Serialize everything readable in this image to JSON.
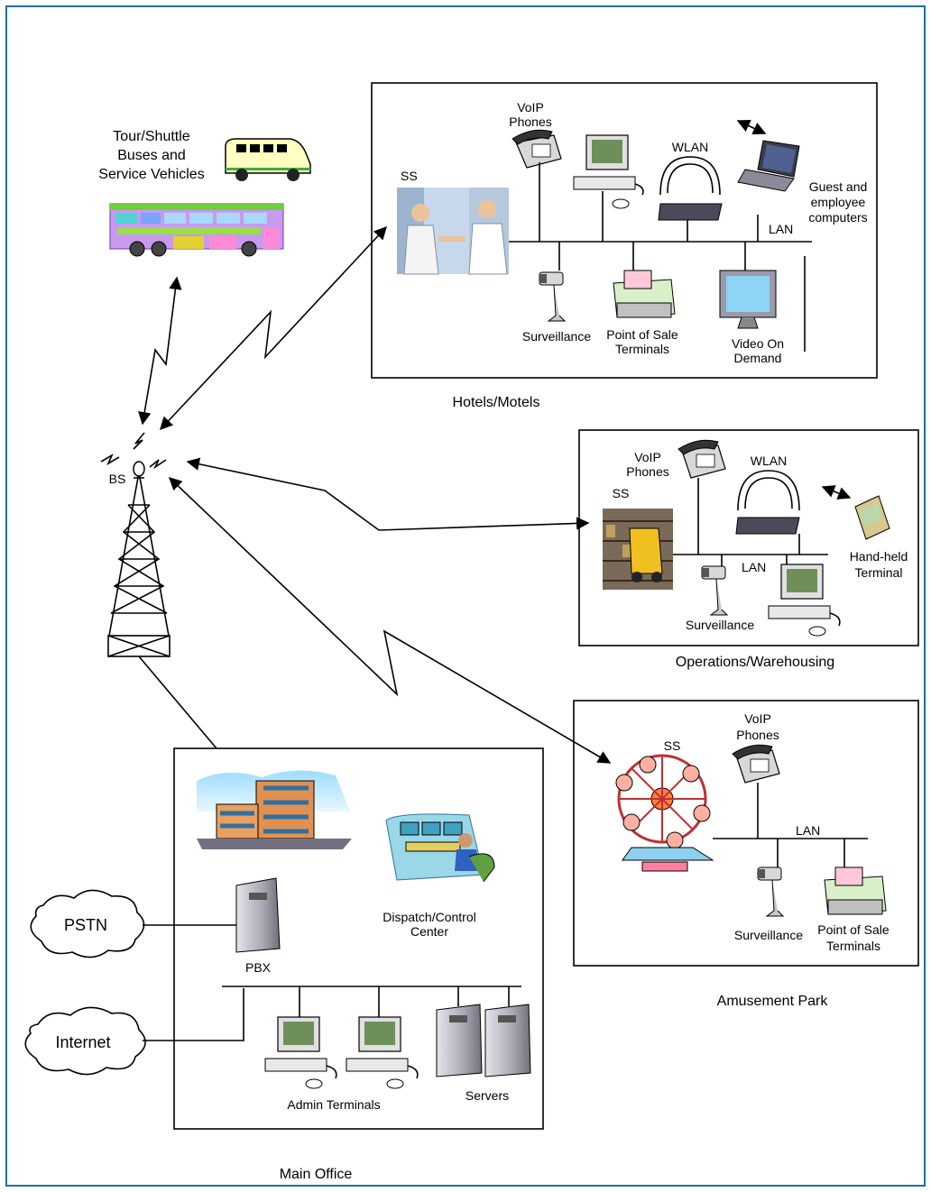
{
  "labels": {
    "bus": [
      "Tour/Shuttle",
      "Buses and",
      "Service Vehicles"
    ],
    "bs": "BS",
    "hotels": {
      "title": "Hotels/Motels",
      "ss": "SS",
      "voip": [
        "VoIP",
        "Phones"
      ],
      "wlan": "WLAN",
      "guest": [
        "Guest and",
        "employee",
        "computers"
      ],
      "lan": "LAN",
      "surveillance": "Surveillance",
      "pos": [
        "Point of Sale",
        "Terminals"
      ],
      "vod": [
        "Video On",
        "Demand"
      ]
    },
    "ops": {
      "title": "Operations/Warehousing",
      "ss": "SS",
      "voip": [
        "VoIP",
        "Phones"
      ],
      "wlan": "WLAN",
      "handheld": [
        "Hand-held",
        "Terminal"
      ],
      "lan": "LAN",
      "surveillance": "Surveillance"
    },
    "park": {
      "title": "Amusement Park",
      "ss": "SS",
      "voip": [
        "VoIP",
        "Phones"
      ],
      "lan": "LAN",
      "surveillance": "Surveillance",
      "pos": [
        "Point of Sale",
        "Terminals"
      ]
    },
    "office": {
      "title": "Main Office",
      "dispatch": [
        "Dispatch/Control",
        "Center"
      ],
      "pbx": "PBX",
      "admin": "Admin Terminals",
      "servers": "Servers"
    },
    "pstn": "PSTN",
    "internet": "Internet"
  },
  "colors": {
    "frame": "#1f6fa0",
    "bus_yellow": "#ffffc0",
    "screen_green": "#6f8f5a",
    "server_gray": "#b8b8c0"
  }
}
